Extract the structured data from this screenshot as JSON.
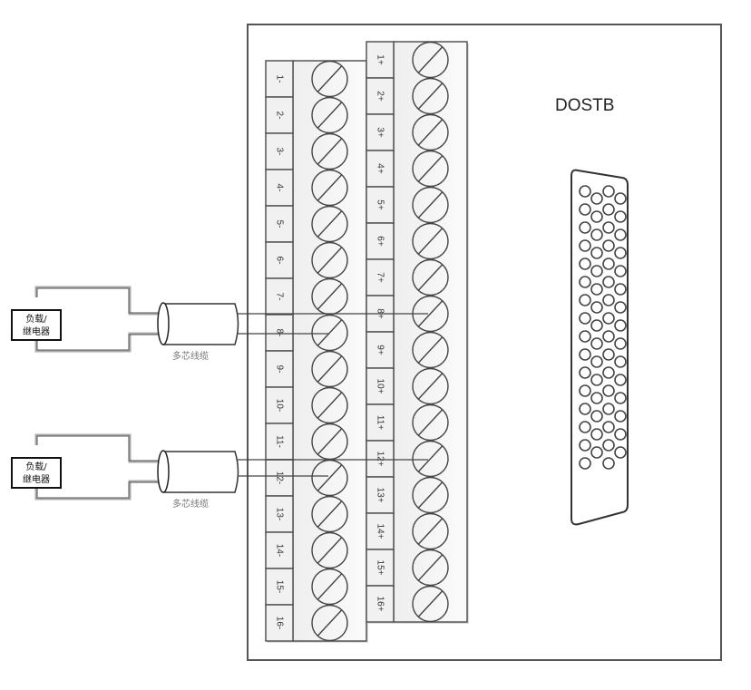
{
  "board": {
    "title": "DOSTB",
    "connector": {
      "type": "D-sub",
      "pin_columns": 4,
      "pin_rows": 16
    }
  },
  "strips": {
    "negative": {
      "name": "negative-terminal-strip",
      "labels": [
        "1-",
        "2-",
        "3-",
        "4-",
        "5-",
        "6-",
        "7-",
        "8-",
        "9-",
        "10-",
        "11-",
        "12-",
        "13-",
        "14-",
        "15-",
        "16-"
      ]
    },
    "positive": {
      "name": "positive-terminal-strip",
      "labels": [
        "1+",
        "2+",
        "3+",
        "4+",
        "5+",
        "6+",
        "7+",
        "8+",
        "9+",
        "10+",
        "11+",
        "12+",
        "13+",
        "14+",
        "15+",
        "16+"
      ]
    }
  },
  "loads": [
    {
      "label_line1": "负载/",
      "label_line2": "继电器",
      "cable_label": "多芯线缆",
      "positive_terminal": "8+",
      "negative_terminal": "8-"
    },
    {
      "label_line1": "负载/",
      "label_line2": "继电器",
      "cable_label": "多芯线缆",
      "positive_terminal": "12+",
      "negative_terminal": "12-"
    }
  ],
  "colors": {
    "stroke": "#555555",
    "strip_fill": "#f4f4f4",
    "label_fill": "#f0f0f0",
    "wire": "#444444"
  }
}
